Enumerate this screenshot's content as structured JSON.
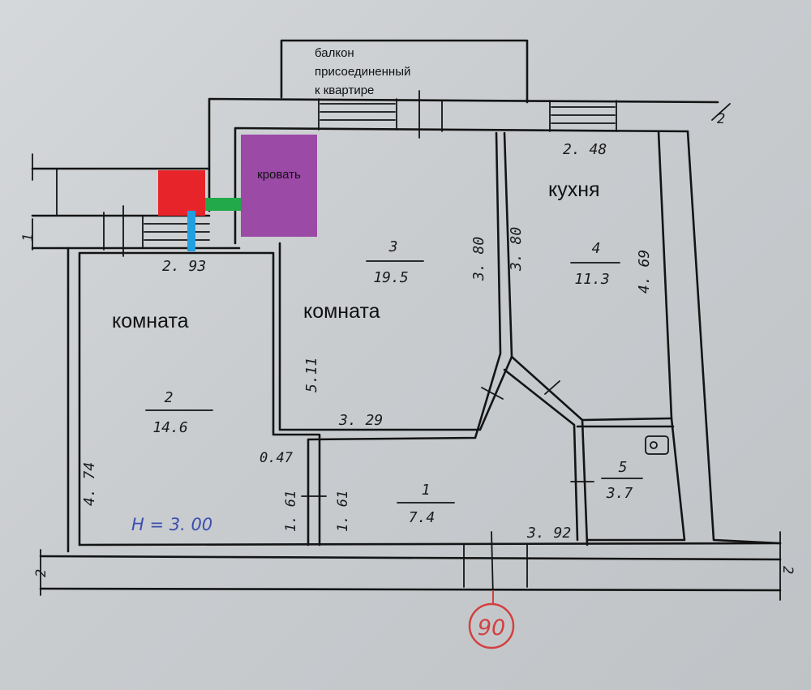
{
  "balcony_note": [
    "балкон",
    "присоединенный",
    "к квартире"
  ],
  "room_labels": {
    "room_left": "комната",
    "room_center": "комната",
    "kitchen": "кухня"
  },
  "bed_label": "кровать",
  "rooms": [
    {
      "number": "2",
      "area": "14.6"
    },
    {
      "number": "3",
      "area": "19.5"
    },
    {
      "number": "4",
      "area": "11.3"
    },
    {
      "number": "1",
      "area": "7.4"
    },
    {
      "number": "5",
      "area": "3.7"
    }
  ],
  "dimensions": {
    "d_293": "2. 93",
    "d_248": "2. 48",
    "d_380a": "3. 80",
    "d_380b": "3. 80",
    "d_469": "4. 69",
    "d_511": "5.11",
    "d_329": "3. 29",
    "d_047": "0.47",
    "d_161a": "1. 61",
    "d_161b": "1. 61",
    "d_474": "4. 74",
    "d_392": "3. 92"
  },
  "axis_marks": {
    "left_top": "1",
    "left_bottom": "2",
    "right_top": "2",
    "right_bottom": "2"
  },
  "height_note": "H = 3. 00",
  "stamp_number": "90",
  "colors": {
    "red_block": "#e8242b",
    "green_bar": "#22a94a",
    "blue_bar": "#20a0e0",
    "bed": "#9b4aa6",
    "stamp": "#d24040",
    "height_ink": "#3a4fb0"
  }
}
